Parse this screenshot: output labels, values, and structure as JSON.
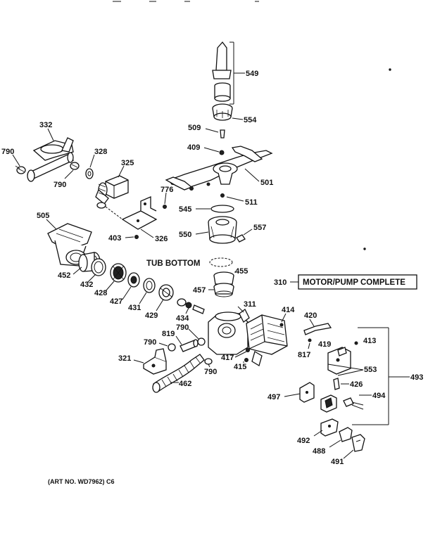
{
  "labels": {
    "p549": "549",
    "p554": "554",
    "p509": "509",
    "p409": "409",
    "p501": "501",
    "p511": "511",
    "p545": "545",
    "p550": "550",
    "p557": "557",
    "p332": "332",
    "p790a": "790",
    "p328": "328",
    "p790b": "790",
    "p325": "325",
    "p776": "776",
    "p505": "505",
    "p403": "403",
    "p326": "326",
    "p452": "452",
    "p432": "432",
    "p428": "428",
    "p427": "427",
    "p431": "431",
    "p429": "429",
    "p434": "434",
    "p455": "455",
    "p457": "457",
    "p310": "310",
    "p311": "311",
    "p414": "414",
    "p420": "420",
    "p419": "419",
    "p817": "817",
    "p413": "413",
    "p553": "553",
    "p493": "493",
    "p819": "819",
    "p790c": "790",
    "p790d": "790",
    "p417": "417",
    "p415": "415",
    "p321": "321",
    "p790e": "790",
    "p462": "462",
    "p426": "426",
    "p497": "497",
    "p494": "494",
    "p492": "492",
    "p488": "488",
    "p491": "491"
  },
  "tub_bottom_label": "TUB BOTTOM",
  "motor_pump_box": "MOTOR/PUMP COMPLETE",
  "art_number": "(ART NO. WD7962) C6"
}
